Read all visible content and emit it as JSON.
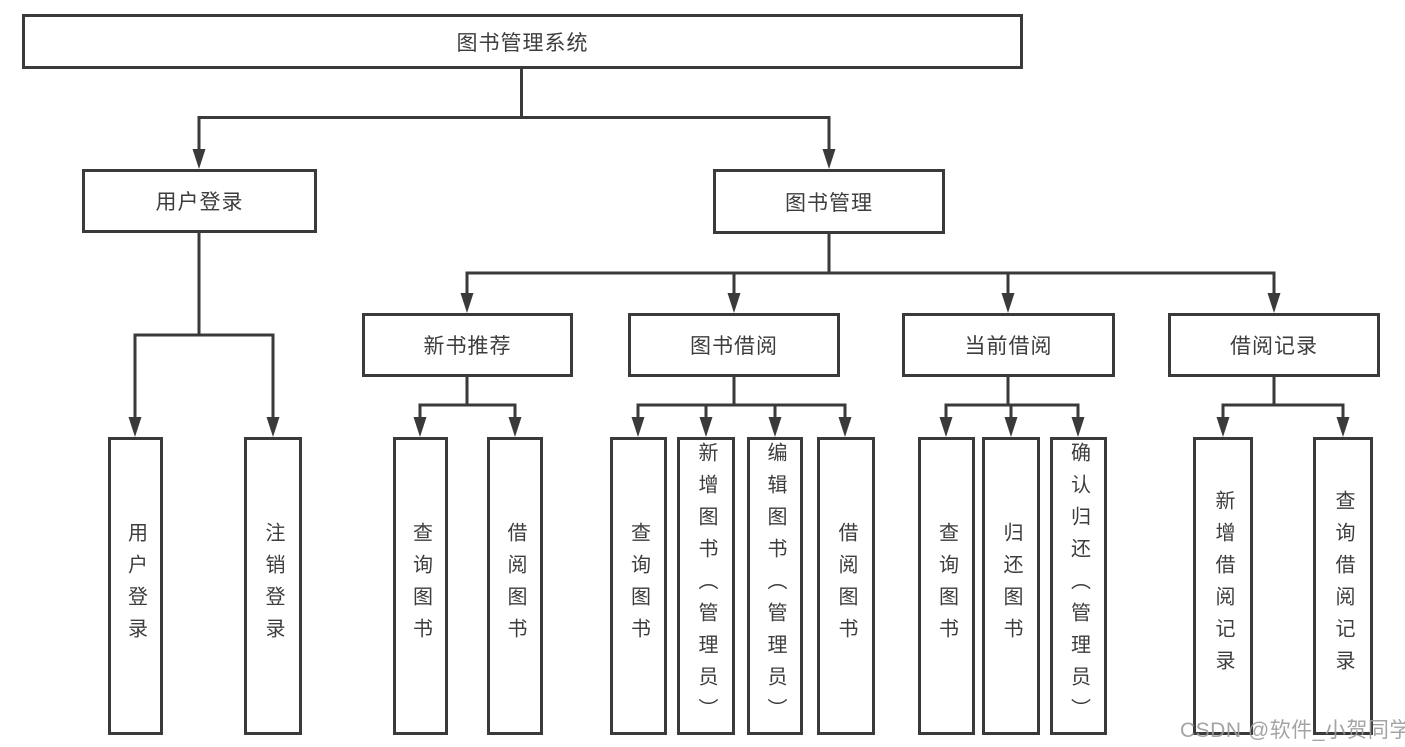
{
  "diagram": {
    "title": "图书管理系统",
    "level2": {
      "user_login": "用户登录",
      "book_management": "图书管理"
    },
    "level3": {
      "new_book_recommendation": "新书推荐",
      "book_borrowing": "图书借阅",
      "current_borrowing": "当前借阅",
      "borrowing_records": "借阅记录"
    },
    "leaves": {
      "user_login": "用户登录",
      "logout": "注销登录",
      "search_books_nb": "查询图书",
      "borrow_books_nb": "借阅图书",
      "search_books_bb": "查询图书",
      "add_books_admin": "新增图书（管理员）",
      "edit_books_admin": "编辑图书（管理员）",
      "borrow_books_bb": "借阅图书",
      "search_books_cb": "查询图书",
      "return_books": "归还图书",
      "confirm_return_admin": "确认归还（管理员）",
      "add_borrow_record": "新增借阅记录",
      "search_borrow_record": "查询借阅记录"
    },
    "watermark": "CSDN @软件_小贺同学",
    "colors": {
      "line": "#3a3a3a",
      "text": "#3d3d3d",
      "background": "#ffffff",
      "watermark_gray": "#9b9b9b"
    }
  }
}
